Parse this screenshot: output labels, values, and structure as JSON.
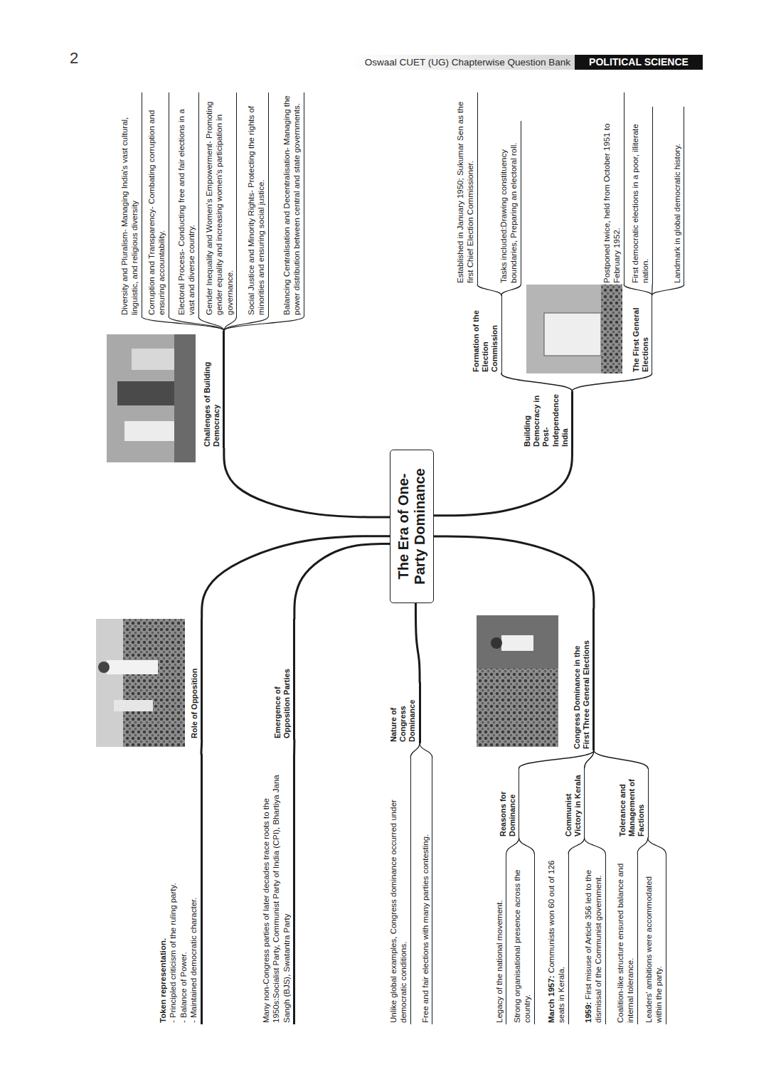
{
  "diagram": {
    "nodes": [
      {
        "text": [
          "The Era of One-Party Dominance"
        ]
      },
      {
        "text": [
          "Challenges of Building Democracy"
        ]
      },
      {
        "text": [
          "Diversity and Pluralism- Managing India's vast cultural, linguistic, and religious diversity"
        ]
      },
      {
        "text": [
          "Corruption and Transparency- Combating corruption and ensuring accountability."
        ]
      },
      {
        "text": [
          "Electoral Process- Conducting free and fair elections in a vast and diverse country."
        ]
      },
      {
        "text": [
          "Gender Inequality and Women's Empowerment- Promoting gender equality and increasing women's participation in governance."
        ]
      },
      {
        "text": [
          "Social Justice and Minority Rights- Protecting the rights of minorities and ensuring social justice."
        ]
      },
      {
        "text": [
          "Balancing Centralisation and Decentralisation- Managing the power distribution between central and state governments."
        ]
      },
      {
        "text": [
          "Building Democracy in Post-Independence India"
        ]
      },
      {
        "text": [
          "Formation of the Election Commission"
        ]
      },
      {
        "text": [
          "Established in January 1950; Sukumar Sen as the first Chief Election Commissioner."
        ]
      },
      {
        "text": [
          "Tasks included:Drawing constituency boundaries, Preparing an electoral roll."
        ]
      },
      {
        "text": [
          "The First General Elections"
        ]
      },
      {
        "text": [
          "Postponed twice, held from October 1951 to February 1952."
        ]
      },
      {
        "text": [
          "First democratic elections in a poor, illiterate nation."
        ]
      },
      {
        "text": [
          "Landmark in global democratic history."
        ]
      },
      {
        "text": [
          "Role of Opposition"
        ]
      },
      {
        "text": [
          "Token representation.",
          "- Principled criticism of the ruling party.",
          "- Balance of Power.",
          "- Maintained democratic character."
        ]
      },
      {
        "text": [
          "Emergence of Opposition Parties"
        ]
      },
      {
        "text": [
          "Many non-Congress parties of later decades trace roots to the 1950s:Socialist Party, Communist Party of India (CPI), Bhartiya Jana Sangh (BJS), Swatantra Party"
        ]
      },
      {
        "text": [
          "Nature of Congress Dominance"
        ]
      },
      {
        "text": [
          "Unlike global examples, Congress dominance occurred under democratic conditions."
        ]
      },
      {
        "text": [
          "Free and fair elections with many parties contesting."
        ]
      },
      {
        "text": [
          "Congress Dominance in the First Three General Elections"
        ]
      },
      {
        "text": [
          "Reasons for Dominance"
        ]
      },
      {
        "text": [
          "Legacy of the national movement."
        ]
      },
      {
        "text": [
          "Strong organisational presence across the country."
        ]
      },
      {
        "text": [
          "Communist Victory in Kerala"
        ]
      },
      {
        "text": [
          "March 1957:",
          "Communists won 60 out of 126 seats in Kerala."
        ]
      },
      {
        "text": [
          "1959:",
          "First misuse of Article 356 led to the dismissal of the Communist government."
        ]
      },
      {
        "text": [
          "Tolerance and Management of Factions"
        ]
      },
      {
        "text": [
          "Coalition-like structure ensured balance and internal tolerance."
        ]
      },
      {
        "text": [
          "Leaders' ambitions were accommodated within the party."
        ]
      }
    ],
    "edges": [
      {
        "from": 0,
        "to": 1,
        "arrow": "none"
      },
      {
        "from": 1,
        "to": 2,
        "arrow": "none"
      },
      {
        "from": 1,
        "to": 3,
        "arrow": "none"
      },
      {
        "from": 1,
        "to": 4,
        "arrow": "none"
      },
      {
        "from": 1,
        "to": 5,
        "arrow": "none"
      },
      {
        "from": 1,
        "to": 6,
        "arrow": "none"
      },
      {
        "from": 1,
        "to": 7,
        "arrow": "none"
      },
      {
        "from": 0,
        "to": 8,
        "arrow": "none"
      },
      {
        "from": 8,
        "to": 9,
        "arrow": "none"
      },
      {
        "from": 9,
        "to": 10,
        "arrow": "none"
      },
      {
        "from": 9,
        "to": 11,
        "arrow": "none"
      },
      {
        "from": 8,
        "to": 12,
        "arrow": "none"
      },
      {
        "from": 12,
        "to": 13,
        "arrow": "none"
      },
      {
        "from": 12,
        "to": 14,
        "arrow": "none"
      },
      {
        "from": 12,
        "to": 15,
        "arrow": "none"
      },
      {
        "from": 0,
        "to": 16,
        "arrow": "none"
      },
      {
        "from": 16,
        "to": 17,
        "arrow": "none"
      },
      {
        "from": 0,
        "to": 18,
        "arrow": "none"
      },
      {
        "from": 18,
        "to": 19,
        "arrow": "none"
      },
      {
        "from": 0,
        "to": 20,
        "arrow": "none"
      },
      {
        "from": 20,
        "to": 21,
        "arrow": "none"
      },
      {
        "from": 20,
        "to": 22,
        "arrow": "none"
      },
      {
        "from": 0,
        "to": 23,
        "arrow": "none"
      },
      {
        "from": 23,
        "to": 24,
        "arrow": "none"
      },
      {
        "from": 24,
        "to": 25,
        "arrow": "none"
      },
      {
        "from": 24,
        "to": 26,
        "arrow": "none"
      },
      {
        "from": 23,
        "to": 27,
        "arrow": "none"
      },
      {
        "from": 27,
        "to": 28,
        "arrow": "none"
      },
      {
        "from": 27,
        "to": 29,
        "arrow": "none"
      },
      {
        "from": 23,
        "to": 30,
        "arrow": "none"
      },
      {
        "from": 30,
        "to": 31,
        "arrow": "none"
      },
      {
        "from": 30,
        "to": 32,
        "arrow": "none"
      }
    ],
    "labels": [
      "2",
      "Oswaal CUET (UG) Chapterwise Question Bank",
      "POLITICAL SCIENCE"
    ]
  }
}
